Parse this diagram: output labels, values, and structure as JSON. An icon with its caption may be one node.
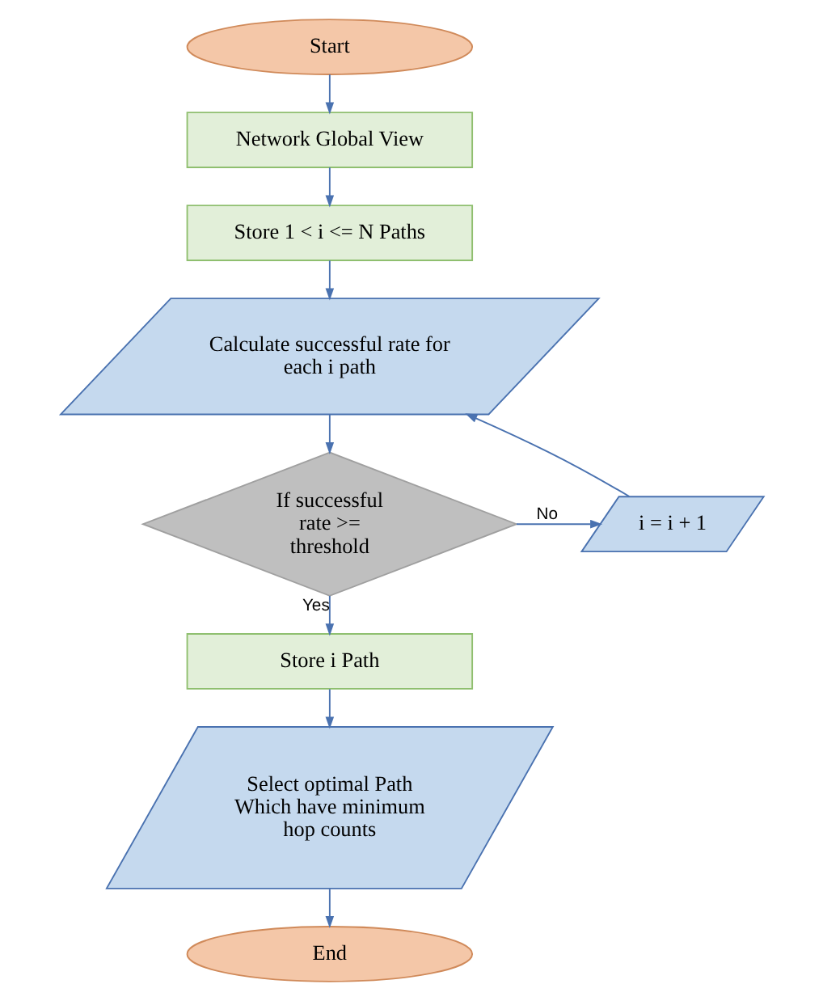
{
  "diagram": {
    "nodes": [
      {
        "text": [
          "Start"
        ]
      },
      {
        "text": [
          "Network Global View"
        ]
      },
      {
        "text": [
          "Store 1 < i <= N Paths"
        ]
      },
      {
        "text": [
          "Calculate successful rate for each i path"
        ]
      },
      {
        "text": [
          "If successful rate >= threshold"
        ]
      },
      {
        "text": [
          "i = i + 1"
        ]
      },
      {
        "text": [
          "Store i Path"
        ]
      },
      {
        "text": [
          "Select optimal Path Which have minimum hop counts"
        ]
      },
      {
        "text": [
          "End"
        ]
      }
    ],
    "edges": [
      {
        "from": 0,
        "to": 1,
        "arrow": "to"
      },
      {
        "from": 1,
        "to": 2,
        "arrow": "to"
      },
      {
        "from": 2,
        "to": 3,
        "arrow": "to"
      },
      {
        "from": 3,
        "to": 4,
        "arrow": "to"
      },
      {
        "from": 4,
        "to": 5,
        "arrow": "to",
        "label": "No"
      },
      {
        "from": 5,
        "to": 3,
        "arrow": "to"
      },
      {
        "from": 4,
        "to": 6,
        "arrow": "to",
        "label": "Yes"
      },
      {
        "from": 6,
        "to": 7,
        "arrow": "to"
      },
      {
        "from": 7,
        "to": 8,
        "arrow": "to"
      }
    ]
  }
}
